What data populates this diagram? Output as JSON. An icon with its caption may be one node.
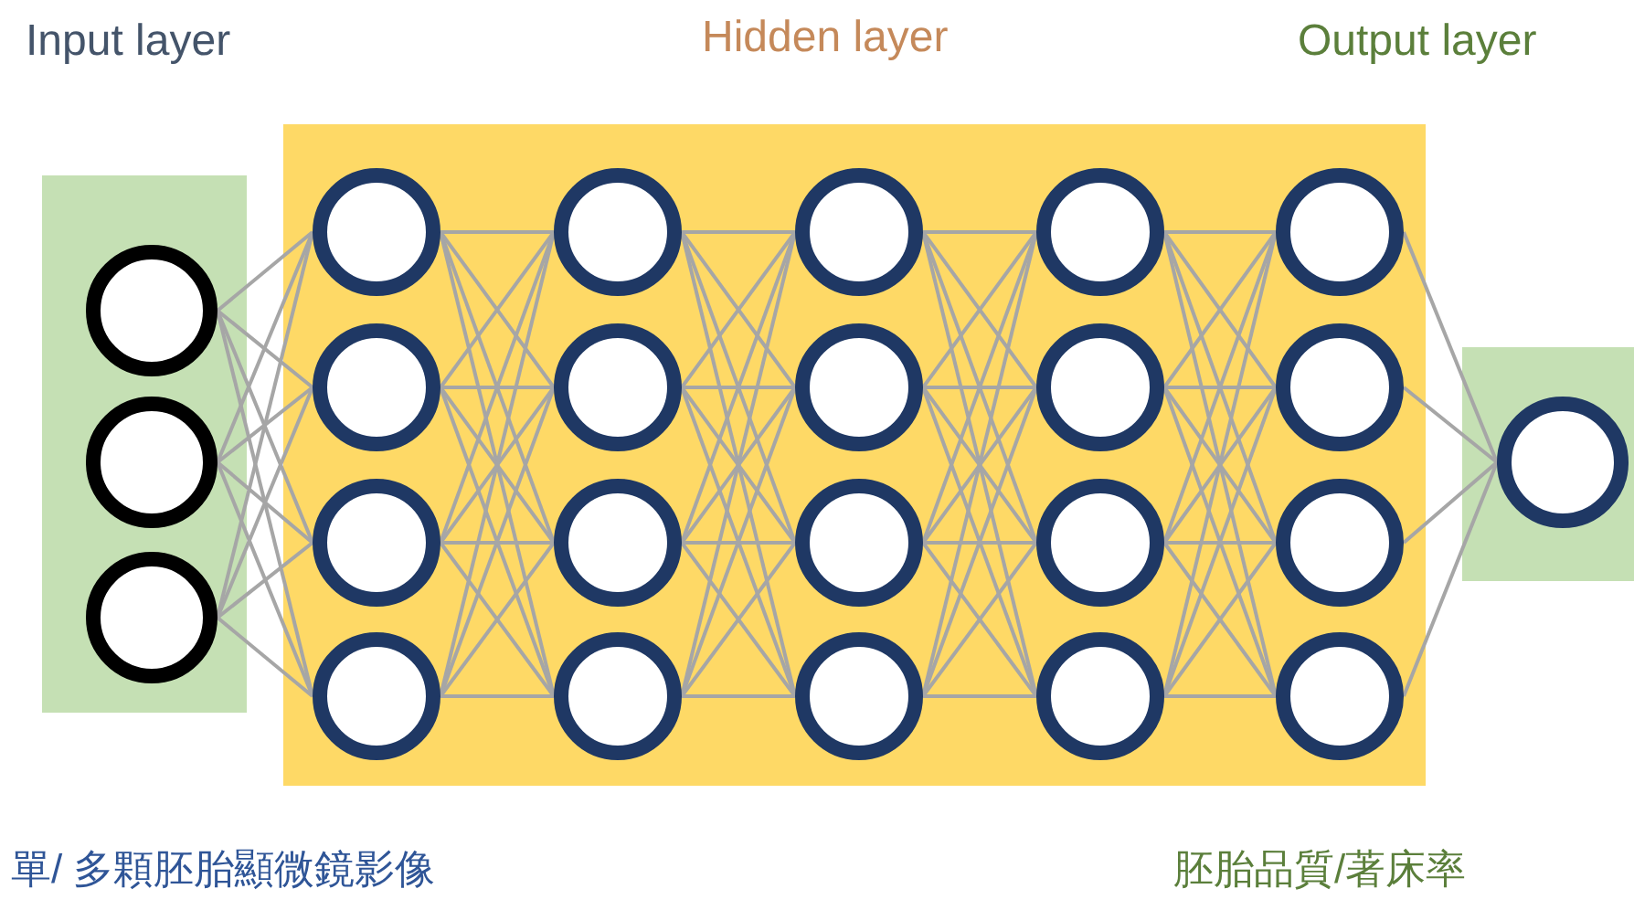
{
  "diagram": {
    "nodes": [
      {
        "text": [],
        "shape": "box"
      },
      {
        "text": [],
        "shape": "circle",
        "in": 0
      },
      {
        "text": [],
        "shape": "circle",
        "in": 0
      },
      {
        "text": [],
        "shape": "circle",
        "in": 0
      },
      {
        "text": [],
        "shape": "box"
      },
      {
        "text": [],
        "shape": "circle",
        "in": 4
      },
      {
        "text": [],
        "shape": "circle",
        "in": 4
      },
      {
        "text": [],
        "shape": "circle",
        "in": 4
      },
      {
        "text": [],
        "shape": "circle",
        "in": 4
      },
      {
        "text": [],
        "shape": "circle",
        "in": 4
      },
      {
        "text": [],
        "shape": "circle",
        "in": 4
      },
      {
        "text": [],
        "shape": "circle",
        "in": 4
      },
      {
        "text": [],
        "shape": "circle",
        "in": 4
      },
      {
        "text": [],
        "shape": "circle",
        "in": 4
      },
      {
        "text": [],
        "shape": "circle",
        "in": 4
      },
      {
        "text": [],
        "shape": "circle",
        "in": 4
      },
      {
        "text": [],
        "shape": "circle",
        "in": 4
      },
      {
        "text": [],
        "shape": "circle",
        "in": 4
      },
      {
        "text": [],
        "shape": "circle",
        "in": 4
      },
      {
        "text": [],
        "shape": "circle",
        "in": 4
      },
      {
        "text": [],
        "shape": "circle",
        "in": 4
      },
      {
        "text": [],
        "shape": "circle",
        "in": 4
      },
      {
        "text": [],
        "shape": "circle",
        "in": 4
      },
      {
        "text": [],
        "shape": "circle",
        "in": 4
      },
      {
        "text": [],
        "shape": "circle",
        "in": 4
      },
      {
        "text": [],
        "shape": "box"
      },
      {
        "text": [],
        "shape": "circle",
        "in": 25
      }
    ],
    "edges": [
      {
        "from": 1,
        "to": 5,
        "arrow": "none"
      },
      {
        "from": 1,
        "to": 6,
        "arrow": "none"
      },
      {
        "from": 1,
        "to": 7,
        "arrow": "none"
      },
      {
        "from": 1,
        "to": 8,
        "arrow": "none"
      },
      {
        "from": 2,
        "to": 5,
        "arrow": "none"
      },
      {
        "from": 2,
        "to": 6,
        "arrow": "none"
      },
      {
        "from": 2,
        "to": 7,
        "arrow": "none"
      },
      {
        "from": 2,
        "to": 8,
        "arrow": "none"
      },
      {
        "from": 3,
        "to": 5,
        "arrow": "none"
      },
      {
        "from": 3,
        "to": 6,
        "arrow": "none"
      },
      {
        "from": 3,
        "to": 7,
        "arrow": "none"
      },
      {
        "from": 3,
        "to": 8,
        "arrow": "none"
      },
      {
        "from": 5,
        "to": 9,
        "arrow": "none"
      },
      {
        "from": 5,
        "to": 10,
        "arrow": "none"
      },
      {
        "from": 5,
        "to": 11,
        "arrow": "none"
      },
      {
        "from": 5,
        "to": 12,
        "arrow": "none"
      },
      {
        "from": 6,
        "to": 9,
        "arrow": "none"
      },
      {
        "from": 6,
        "to": 10,
        "arrow": "none"
      },
      {
        "from": 6,
        "to": 11,
        "arrow": "none"
      },
      {
        "from": 6,
        "to": 12,
        "arrow": "none"
      },
      {
        "from": 7,
        "to": 9,
        "arrow": "none"
      },
      {
        "from": 7,
        "to": 10,
        "arrow": "none"
      },
      {
        "from": 7,
        "to": 11,
        "arrow": "none"
      },
      {
        "from": 7,
        "to": 12,
        "arrow": "none"
      },
      {
        "from": 8,
        "to": 9,
        "arrow": "none"
      },
      {
        "from": 8,
        "to": 10,
        "arrow": "none"
      },
      {
        "from": 8,
        "to": 11,
        "arrow": "none"
      },
      {
        "from": 8,
        "to": 12,
        "arrow": "none"
      },
      {
        "from": 9,
        "to": 13,
        "arrow": "none"
      },
      {
        "from": 9,
        "to": 14,
        "arrow": "none"
      },
      {
        "from": 9,
        "to": 15,
        "arrow": "none"
      },
      {
        "from": 9,
        "to": 16,
        "arrow": "none"
      },
      {
        "from": 10,
        "to": 13,
        "arrow": "none"
      },
      {
        "from": 10,
        "to": 14,
        "arrow": "none"
      },
      {
        "from": 10,
        "to": 15,
        "arrow": "none"
      },
      {
        "from": 10,
        "to": 16,
        "arrow": "none"
      },
      {
        "from": 11,
        "to": 13,
        "arrow": "none"
      },
      {
        "from": 11,
        "to": 14,
        "arrow": "none"
      },
      {
        "from": 11,
        "to": 15,
        "arrow": "none"
      },
      {
        "from": 11,
        "to": 16,
        "arrow": "none"
      },
      {
        "from": 12,
        "to": 13,
        "arrow": "none"
      },
      {
        "from": 12,
        "to": 14,
        "arrow": "none"
      },
      {
        "from": 12,
        "to": 15,
        "arrow": "none"
      },
      {
        "from": 12,
        "to": 16,
        "arrow": "none"
      },
      {
        "from": 13,
        "to": 17,
        "arrow": "none"
      },
      {
        "from": 13,
        "to": 18,
        "arrow": "none"
      },
      {
        "from": 13,
        "to": 19,
        "arrow": "none"
      },
      {
        "from": 13,
        "to": 20,
        "arrow": "none"
      },
      {
        "from": 14,
        "to": 17,
        "arrow": "none"
      },
      {
        "from": 14,
        "to": 18,
        "arrow": "none"
      },
      {
        "from": 14,
        "to": 19,
        "arrow": "none"
      },
      {
        "from": 14,
        "to": 20,
        "arrow": "none"
      },
      {
        "from": 15,
        "to": 17,
        "arrow": "none"
      },
      {
        "from": 15,
        "to": 18,
        "arrow": "none"
      },
      {
        "from": 15,
        "to": 19,
        "arrow": "none"
      },
      {
        "from": 15,
        "to": 20,
        "arrow": "none"
      },
      {
        "from": 16,
        "to": 17,
        "arrow": "none"
      },
      {
        "from": 16,
        "to": 18,
        "arrow": "none"
      },
      {
        "from": 16,
        "to": 19,
        "arrow": "none"
      },
      {
        "from": 16,
        "to": 20,
        "arrow": "none"
      },
      {
        "from": 17,
        "to": 21,
        "arrow": "none"
      },
      {
        "from": 17,
        "to": 22,
        "arrow": "none"
      },
      {
        "from": 17,
        "to": 23,
        "arrow": "none"
      },
      {
        "from": 17,
        "to": 24,
        "arrow": "none"
      },
      {
        "from": 18,
        "to": 21,
        "arrow": "none"
      },
      {
        "from": 18,
        "to": 22,
        "arrow": "none"
      },
      {
        "from": 18,
        "to": 23,
        "arrow": "none"
      },
      {
        "from": 18,
        "to": 24,
        "arrow": "none"
      },
      {
        "from": 19,
        "to": 21,
        "arrow": "none"
      },
      {
        "from": 19,
        "to": 22,
        "arrow": "none"
      },
      {
        "from": 19,
        "to": 23,
        "arrow": "none"
      },
      {
        "from": 19,
        "to": 24,
        "arrow": "none"
      },
      {
        "from": 20,
        "to": 21,
        "arrow": "none"
      },
      {
        "from": 20,
        "to": 22,
        "arrow": "none"
      },
      {
        "from": 20,
        "to": 23,
        "arrow": "none"
      },
      {
        "from": 20,
        "to": 24,
        "arrow": "none"
      },
      {
        "from": 21,
        "to": 26,
        "arrow": "none"
      },
      {
        "from": 22,
        "to": 26,
        "arrow": "none"
      },
      {
        "from": 23,
        "to": 26,
        "arrow": "none"
      },
      {
        "from": 24,
        "to": 26,
        "arrow": "none"
      }
    ],
    "labels": [
      "Input layer",
      "Hidden layer",
      "Output layer",
      "單/ 多顆胚胎顯微鏡影像",
      "胚胎品質/著床率"
    ]
  }
}
